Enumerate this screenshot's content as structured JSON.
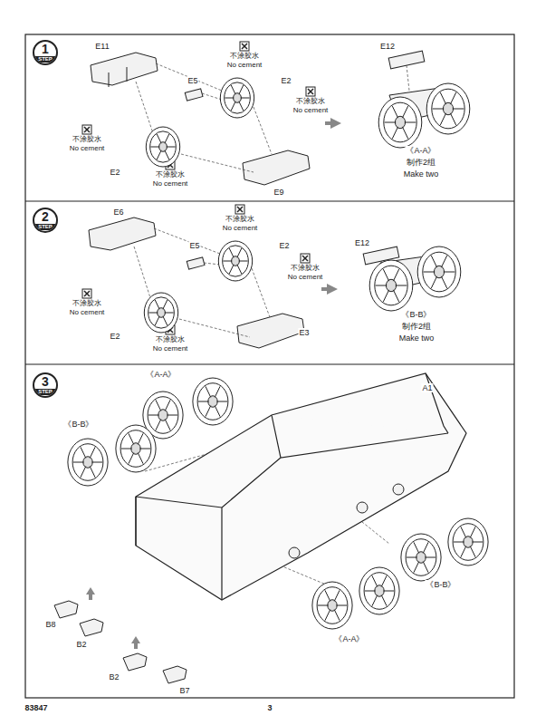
{
  "diagram": {
    "nodes": [
      {
        "text": [
          "1",
          "STEP"
        ]
      },
      {
        "text": [
          "2",
          "STEP"
        ]
      },
      {
        "text": [
          "3",
          "STEP"
        ]
      }
    ],
    "labels": [
      "E11",
      "E5",
      "不涂胶水",
      "No cement",
      "E2",
      "不涂胶水",
      "No cement",
      "不涂胶水",
      "No cement",
      "E2",
      "不涂胶水",
      "No cement",
      "E9",
      "E12",
      "《A-A》",
      "制作2组",
      "Make two",
      "E6",
      "不涂胶水",
      "No cement",
      "E5",
      "E2",
      "不涂胶水",
      "No cement",
      "不涂胶水",
      "No cement",
      "E2",
      "不涂胶水",
      "No cement",
      "E3",
      "E12",
      "《B-B》",
      "制作2组",
      "Make two",
      "《A-A》",
      "《B-B》",
      "A1",
      "《B-B》",
      "《A-A》",
      "B8",
      "B2",
      "B2",
      "B7",
      "83847",
      "3"
    ]
  }
}
